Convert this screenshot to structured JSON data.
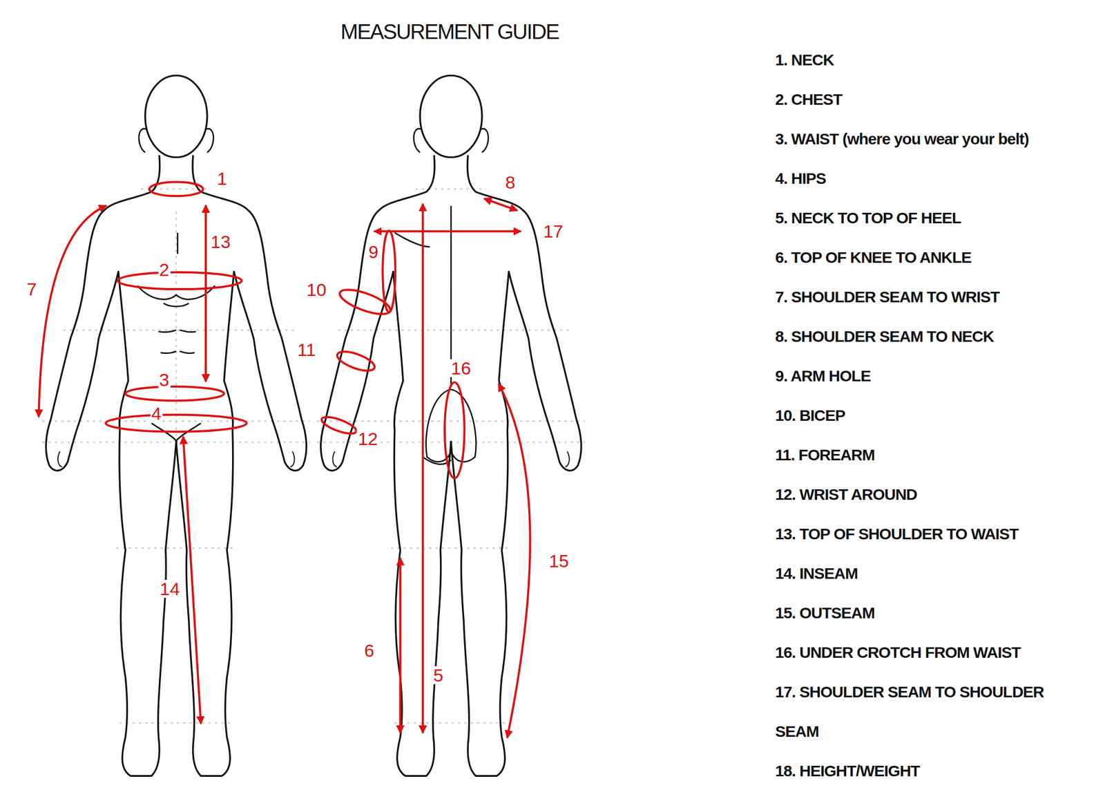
{
  "diagram": {
    "title": "MEASUREMENT GUIDE",
    "labels": [
      "1",
      "13",
      "2",
      "7",
      "3",
      "4",
      "14",
      "8",
      "17",
      "9",
      "10",
      "11",
      "16",
      "12",
      "15",
      "6",
      "5",
      "1. NECK",
      "2. CHEST",
      "3. WAIST (where you wear your belt)",
      "4. HIPS",
      "5. NECK TO TOP OF HEEL",
      "6. TOP OF KNEE TO ANKLE",
      "7. SHOULDER SEAM TO WRIST",
      "8. SHOULDER SEAM TO NECK",
      "9. ARM HOLE",
      "10. BICEP",
      "11. FOREARM",
      "12. WRIST AROUND",
      "13. TOP OF SHOULDER TO WAIST",
      "14. INSEAM",
      "15. OUTSEAM",
      "16. UNDER CROTCH FROM WAIST",
      "17. SHOULDER SEAM TO SHOULDER SEAM",
      "18. HEIGHT/WEIGHT"
    ]
  }
}
